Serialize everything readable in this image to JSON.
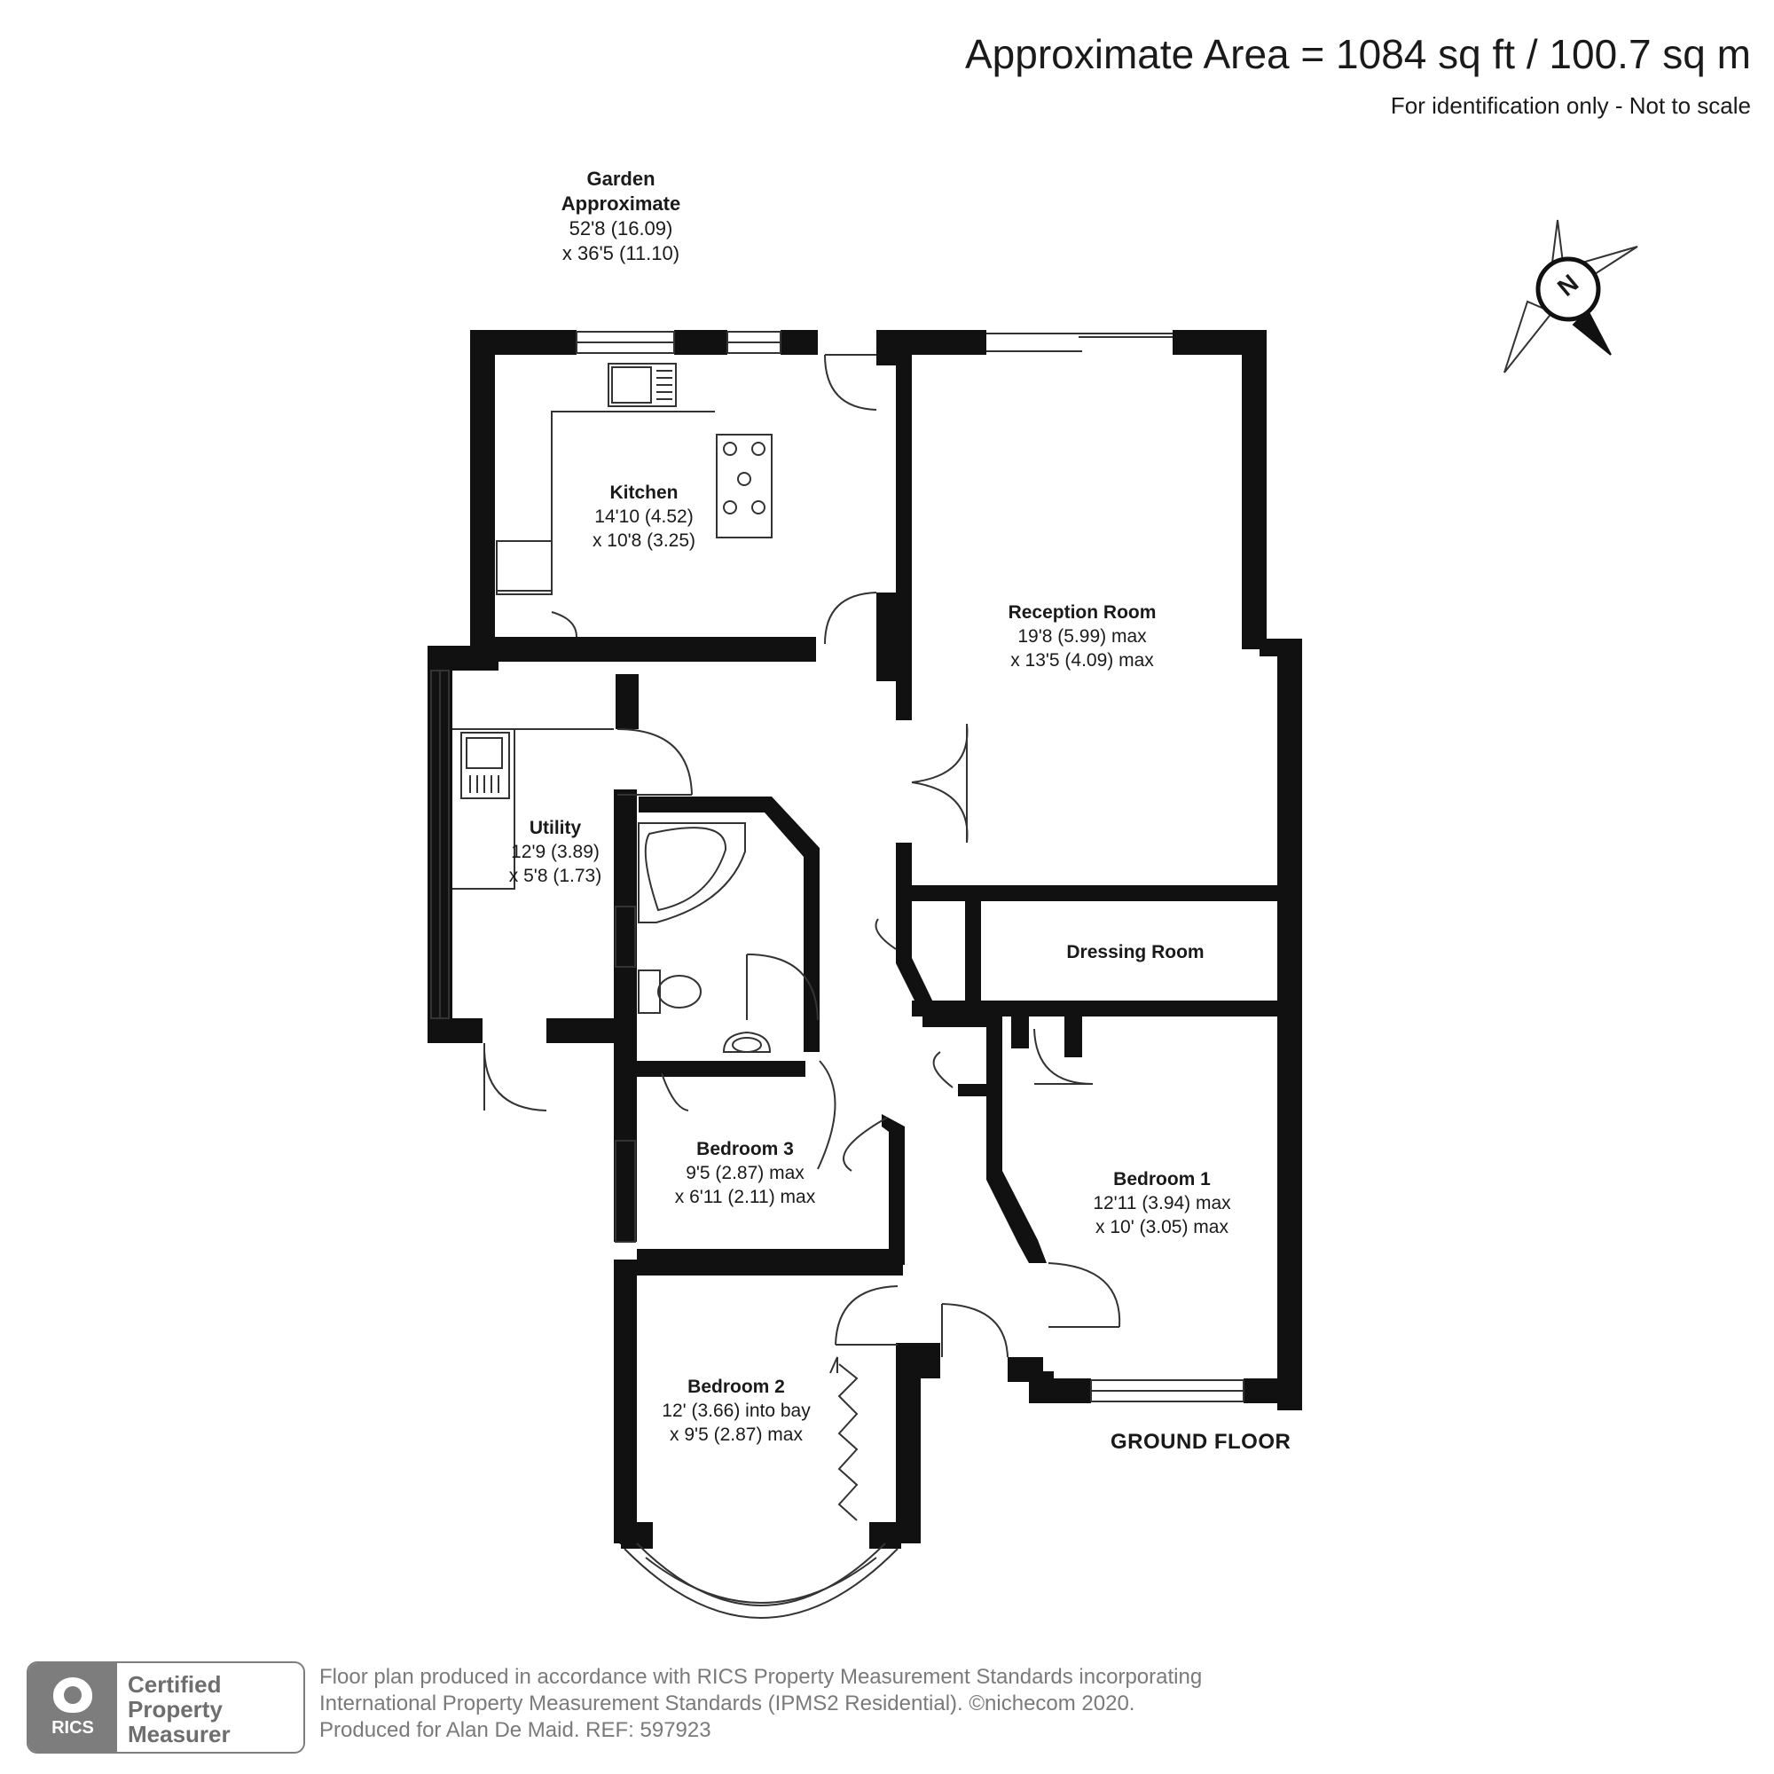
{
  "header": {
    "area": "Approximate Area = 1084 sq ft / 100.7 sq m",
    "disclaimer": "For identification only - Not to scale"
  },
  "garden": {
    "title": "Garden",
    "subtitle": "Approximate",
    "dim1": "52'8 (16.09)",
    "dim2": "x 36'5 (11.10)"
  },
  "compass": {
    "label": "N"
  },
  "rooms": {
    "kitchen": {
      "name": "Kitchen",
      "dim1": "14'10 (4.52)",
      "dim2": "x 10'8 (3.25)"
    },
    "reception": {
      "name": "Reception Room",
      "dim1": "19'8 (5.99) max",
      "dim2": "x 13'5 (4.09) max"
    },
    "utility": {
      "name": "Utility",
      "dim1": "12'9 (3.89)",
      "dim2": "x 5'8 (1.73)"
    },
    "dressing": {
      "name": "Dressing Room"
    },
    "bedroom3": {
      "name": "Bedroom 3",
      "dim1": "9'5 (2.87) max",
      "dim2": "x 6'11 (2.11) max"
    },
    "bedroom1": {
      "name": "Bedroom 1",
      "dim1": "12'11 (3.94) max",
      "dim2": "x 10' (3.05) max"
    },
    "bedroom2": {
      "name": "Bedroom 2",
      "dim1": "12' (3.66) into bay",
      "dim2": "x 9'5 (2.87) max"
    }
  },
  "floor_label": "GROUND FLOOR",
  "badge": {
    "logo_text": "RICS",
    "line1": "Certified",
    "line2": "Property",
    "line3": "Measurer"
  },
  "footer": {
    "line1": "Floor plan produced in accordance with RICS Property Measurement Standards incorporating",
    "line2": "International Property Measurement Standards (IPMS2 Residential).   ©nichecom 2020.",
    "line3": "Produced for Alan De Maid.   REF: 597923"
  },
  "colors": {
    "wall": "#111111",
    "line": "#333333",
    "badge_gray": "#7d7d7d"
  }
}
